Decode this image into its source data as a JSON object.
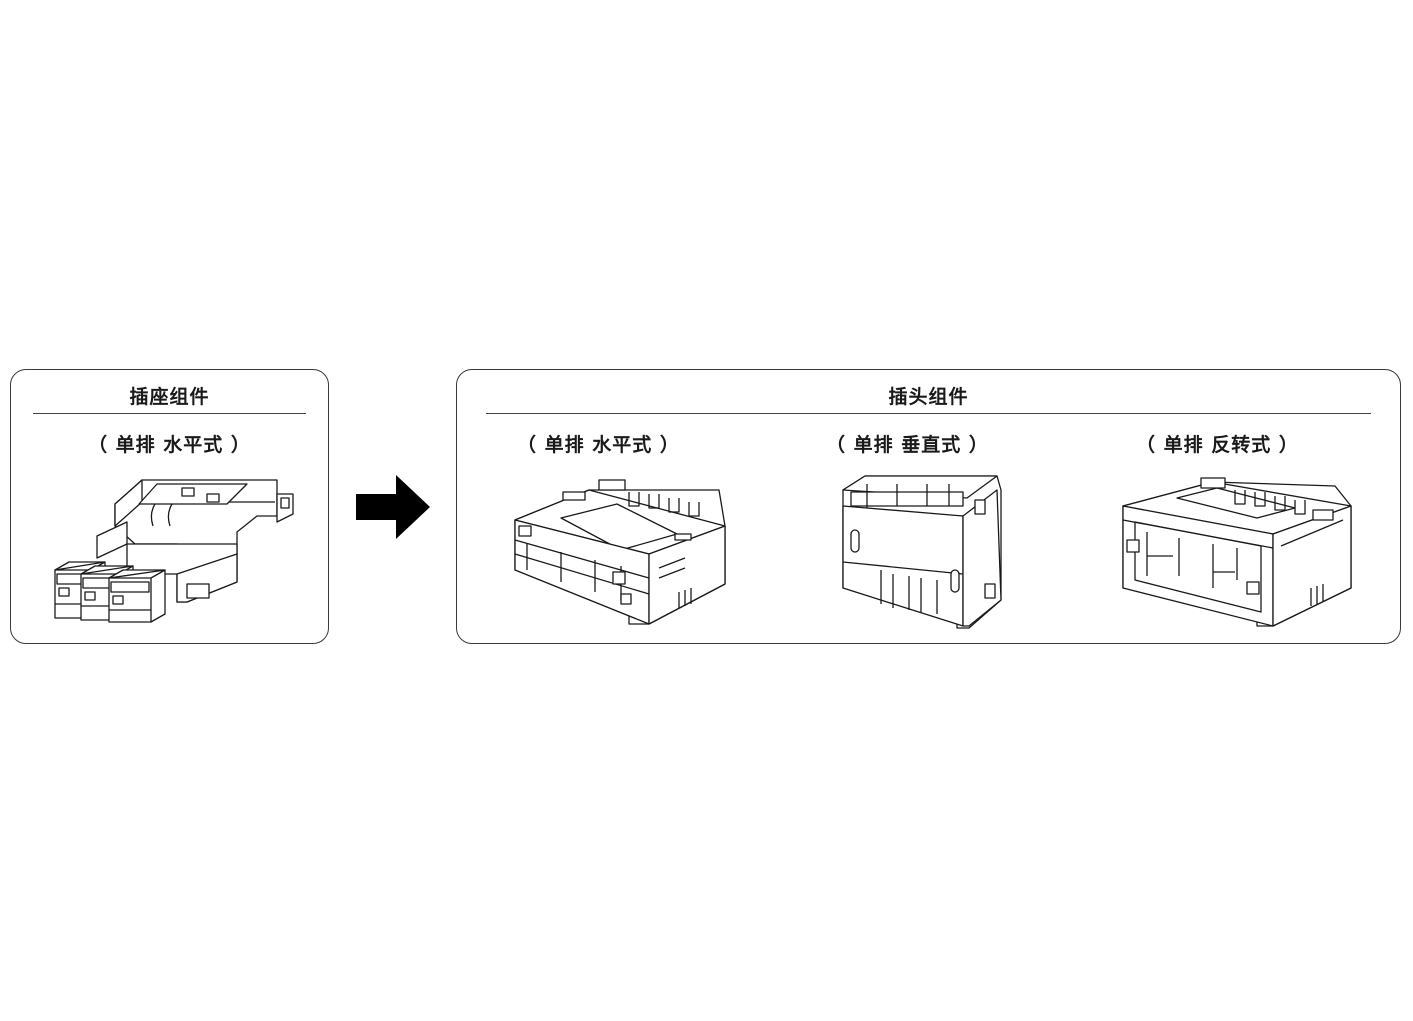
{
  "socket_group": {
    "title": "插座组件",
    "items": [
      {
        "label": "（ 单排 水平式 ）"
      }
    ]
  },
  "header_group": {
    "title": "插头组件",
    "items": [
      {
        "label": "（ 单排 水平式 ）"
      },
      {
        "label": "（ 单排 垂直式 ）"
      },
      {
        "label": "（ 单排 反转式 ）"
      }
    ]
  },
  "colors": {
    "stroke": "#1a1a1a",
    "arrow": "#000000",
    "border": "#3a3a3a"
  },
  "icons": {
    "arrow": "right-arrow-icon"
  }
}
